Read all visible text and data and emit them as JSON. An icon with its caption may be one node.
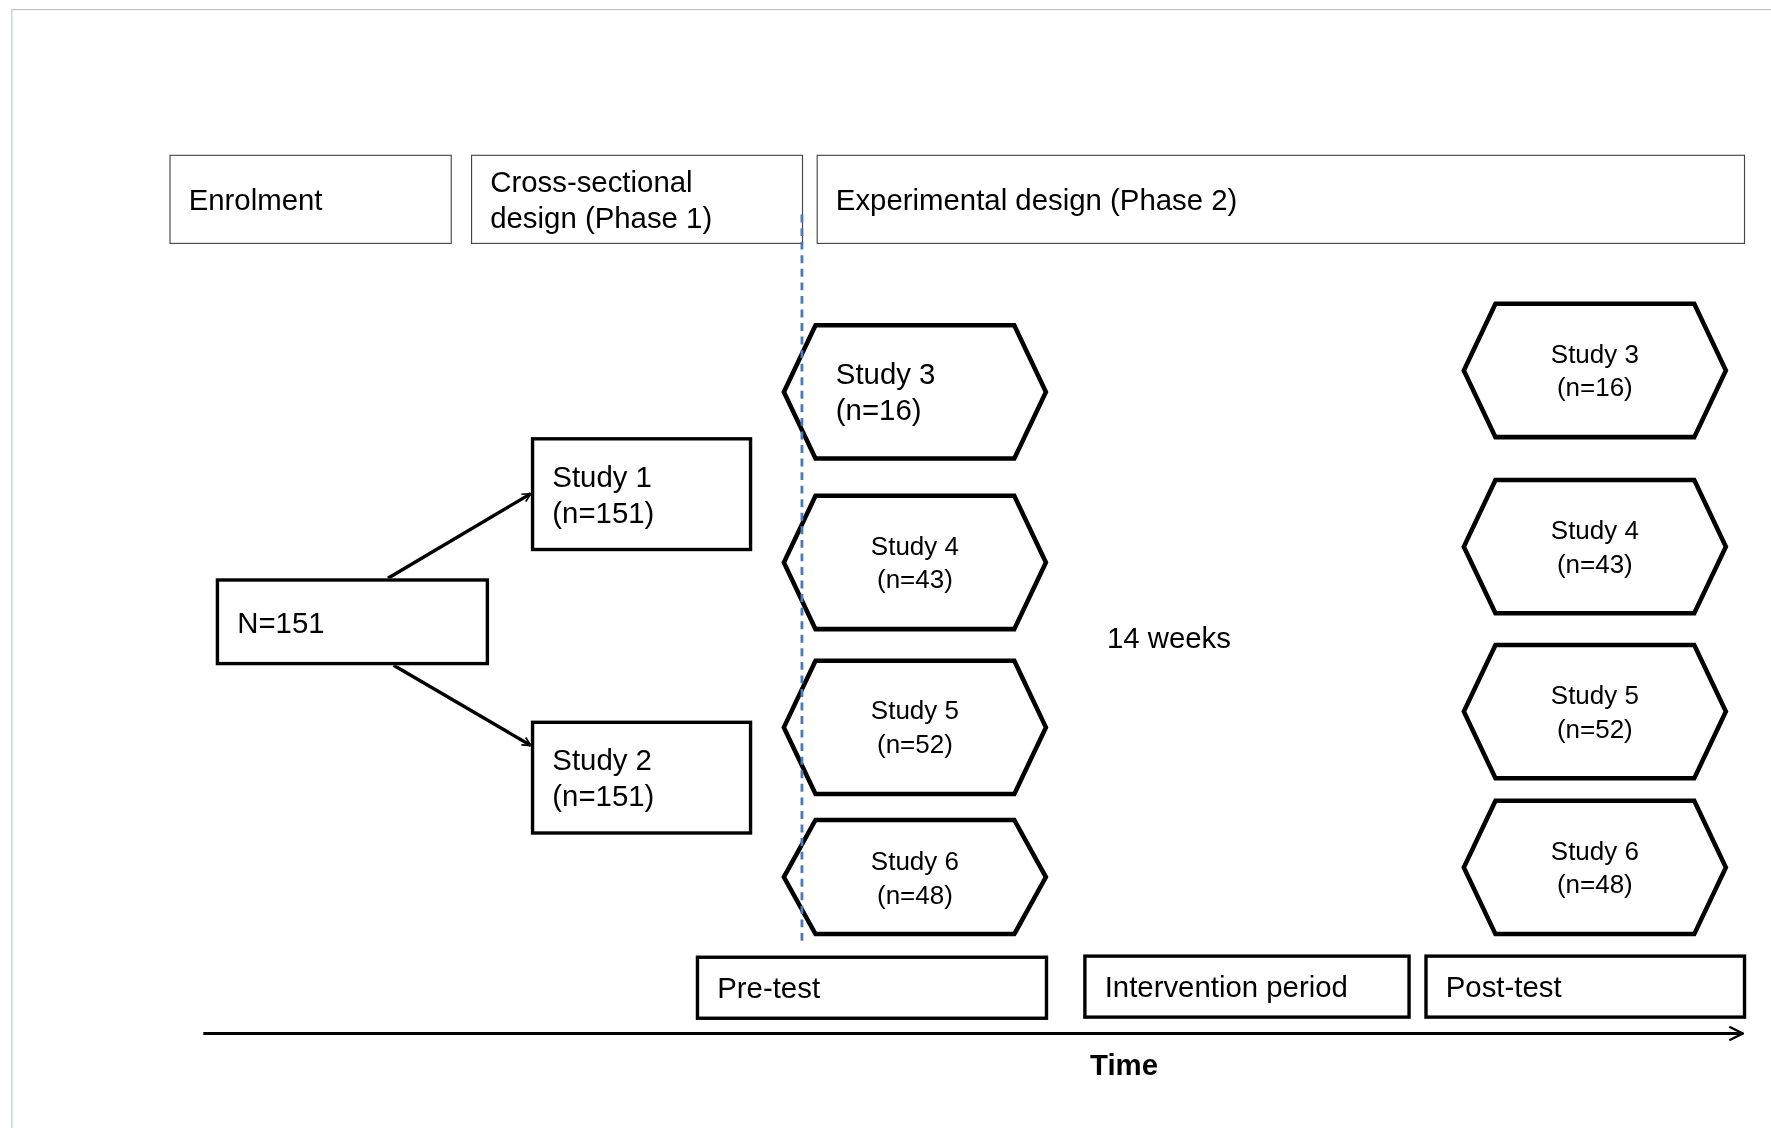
{
  "diagram": {
    "nodes": [
      {
        "text": [
          "Enrolment"
        ]
      },
      {
        "text": [
          "Cross-sectional design (Phase 1)"
        ]
      },
      {
        "text": [
          "Experimental design (Phase 2)"
        ]
      },
      {
        "text": [
          "N=151"
        ]
      },
      {
        "text": [
          "Study 1",
          "(n=151)"
        ]
      },
      {
        "text": [
          "Study 2",
          "(n=151)"
        ]
      },
      {
        "text": [
          "Study 3",
          "(n=16)"
        ]
      },
      {
        "text": [
          "Study 4",
          "(n=43)"
        ]
      },
      {
        "text": [
          "Study 5",
          "(n=52)"
        ]
      },
      {
        "text": [
          "Study 6",
          "(n=48)"
        ]
      },
      {
        "text": [
          "Study 3",
          "(n=16)"
        ]
      },
      {
        "text": [
          "Study 4",
          "(n=43)"
        ]
      },
      {
        "text": [
          "Study 5",
          "(n=52)"
        ]
      },
      {
        "text": [
          "Study 6",
          "(n=48)"
        ]
      },
      {
        "text": [
          "Pre-test"
        ]
      },
      {
        "text": [
          "Intervention period"
        ]
      },
      {
        "text": [
          "Post-test"
        ]
      }
    ],
    "edges": [
      {
        "from": 3,
        "to": 4,
        "arrow": "to"
      },
      {
        "from": 3,
        "to": 5,
        "arrow": "to"
      }
    ],
    "labels": [
      "14 weeks",
      "Time"
    ]
  }
}
